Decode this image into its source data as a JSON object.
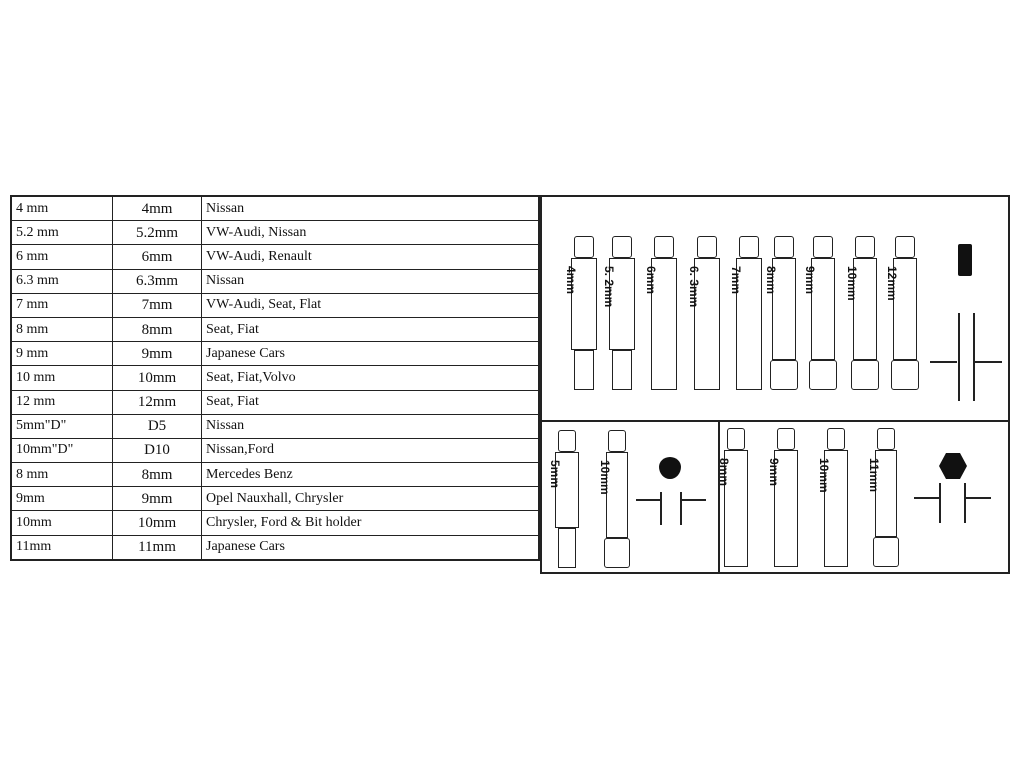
{
  "table": [
    [
      "4 mm",
      "4mm",
      "Nissan"
    ],
    [
      "5.2 mm",
      "5.2mm",
      "VW-Audi, Nissan"
    ],
    [
      "6 mm",
      "6mm",
      "VW-Audi, Renault"
    ],
    [
      "6.3 mm",
      "6.3mm",
      "Nissan"
    ],
    [
      "7 mm",
      "7mm",
      "VW-Audi, Seat, Flat"
    ],
    [
      "8 mm",
      "8mm",
      "Seat, Fiat"
    ],
    [
      "9 mm",
      "9mm",
      "Japanese Cars"
    ],
    [
      "10 mm",
      "10mm",
      "Seat, Fiat,Volvo"
    ],
    [
      "12 mm",
      "12mm",
      "Seat, Fiat"
    ],
    [
      "5mm\"D\"",
      "D5",
      "Nissan"
    ],
    [
      "10mm\"D\"",
      "D10",
      "Nissan,Ford"
    ],
    [
      "8 mm",
      "8mm",
      "Mercedes Benz"
    ],
    [
      "9mm",
      "9mm",
      "Opel Nauxhall, Chrysler"
    ],
    [
      "10mm",
      "10mm",
      "Chrysler, Ford & Bit holder"
    ],
    [
      "11mm",
      "11mm",
      "Japanese Cars"
    ]
  ],
  "diagram": {
    "top_bits": [
      {
        "label": "4mm",
        "type": "tail"
      },
      {
        "label": "5. 2mm",
        "type": "tail"
      },
      {
        "label": "6mm",
        "type": "plain"
      },
      {
        "label": "6. 3mm",
        "type": "plain"
      },
      {
        "label": "7mm",
        "type": "plain"
      },
      {
        "label": "8mm",
        "type": "cap"
      },
      {
        "label": "9mm",
        "type": "cap"
      },
      {
        "label": "10mm",
        "type": "cap"
      },
      {
        "label": "12mm",
        "type": "cap"
      }
    ],
    "d_bits": [
      {
        "label": "5mm",
        "type": "tail"
      },
      {
        "label": "10mm",
        "type": "cap"
      }
    ],
    "hex_bits": [
      {
        "label": "8mm",
        "type": "plain"
      },
      {
        "label": "9mm",
        "type": "plain"
      },
      {
        "label": "10mm",
        "type": "plain"
      },
      {
        "label": "11mm",
        "type": "cap"
      }
    ]
  }
}
